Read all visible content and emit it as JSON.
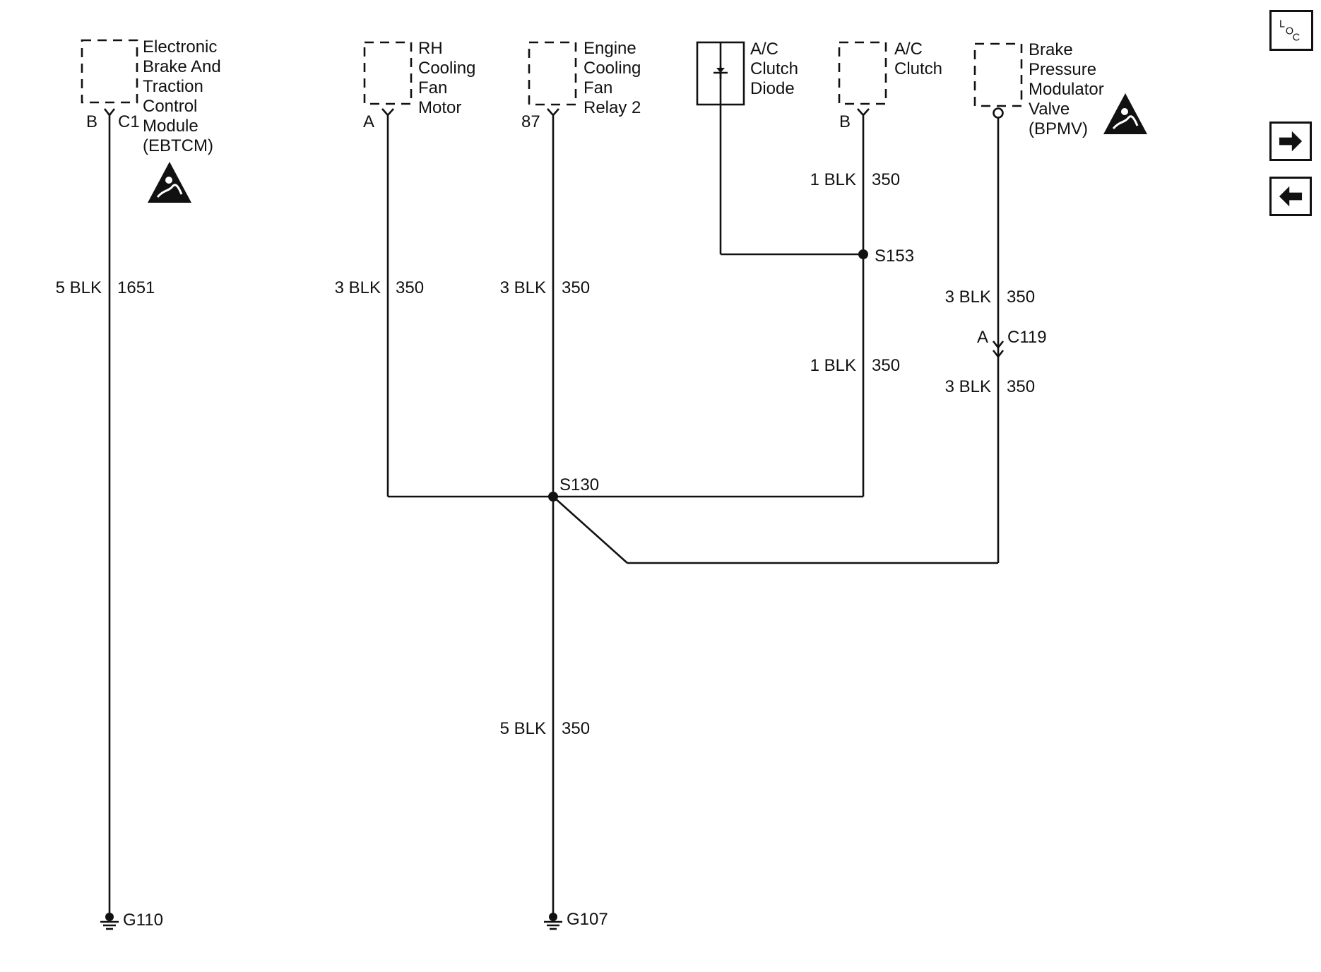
{
  "components": {
    "ebtcm": {
      "lines": [
        "Electronic",
        "Brake And",
        "Traction",
        "Control",
        "Module",
        "(EBTCM)"
      ],
      "pin": "B",
      "connector": "C1"
    },
    "rh_fan": {
      "lines": [
        "RH",
        "Cooling",
        "Fan",
        "Motor"
      ],
      "pin": "A"
    },
    "relay2": {
      "lines": [
        "Engine",
        "Cooling",
        "Fan",
        "Relay 2"
      ],
      "pin": "87"
    },
    "ac_diode": {
      "lines": [
        "A/C",
        "Clutch",
        "Diode"
      ]
    },
    "ac_clutch": {
      "lines": [
        "A/C",
        "Clutch"
      ],
      "pin": "B"
    },
    "bpmv": {
      "lines": [
        "Brake",
        "Pressure",
        "Modulator",
        "Valve",
        "(BPMV)"
      ]
    }
  },
  "wires": {
    "ebtcm": {
      "size_color": "5 BLK",
      "circuit": "1651"
    },
    "rh_fan": {
      "size_color": "3 BLK",
      "circuit": "350"
    },
    "relay2": {
      "size_color": "3 BLK",
      "circuit": "350"
    },
    "ac_clutch_upper": {
      "size_color": "1 BLK",
      "circuit": "350"
    },
    "ac_clutch_lower": {
      "size_color": "1 BLK",
      "circuit": "350"
    },
    "bpmv_upper": {
      "size_color": "3 BLK",
      "circuit": "350"
    },
    "bpmv_lower": {
      "size_color": "3 BLK",
      "circuit": "350"
    },
    "ground_main": {
      "size_color": "5 BLK",
      "circuit": "350"
    }
  },
  "splices": {
    "s153": "S153",
    "s130": "S130"
  },
  "inline_connector": {
    "pin": "A",
    "name": "C119"
  },
  "grounds": {
    "g110": "G110",
    "g107": "G107"
  },
  "nav": {
    "locator": {
      "l": "L",
      "o": "O",
      "c": "C",
      "icon": "component-locator-icon"
    },
    "next_icon": "arrow-right-icon",
    "prev_icon": "arrow-left-icon"
  },
  "icons": {
    "esd": "esd-sensitive-icon",
    "ground": "ground-symbol-icon",
    "diode": "diode-icon"
  },
  "colors": {
    "ink": "#111111",
    "background": "#ffffff"
  }
}
